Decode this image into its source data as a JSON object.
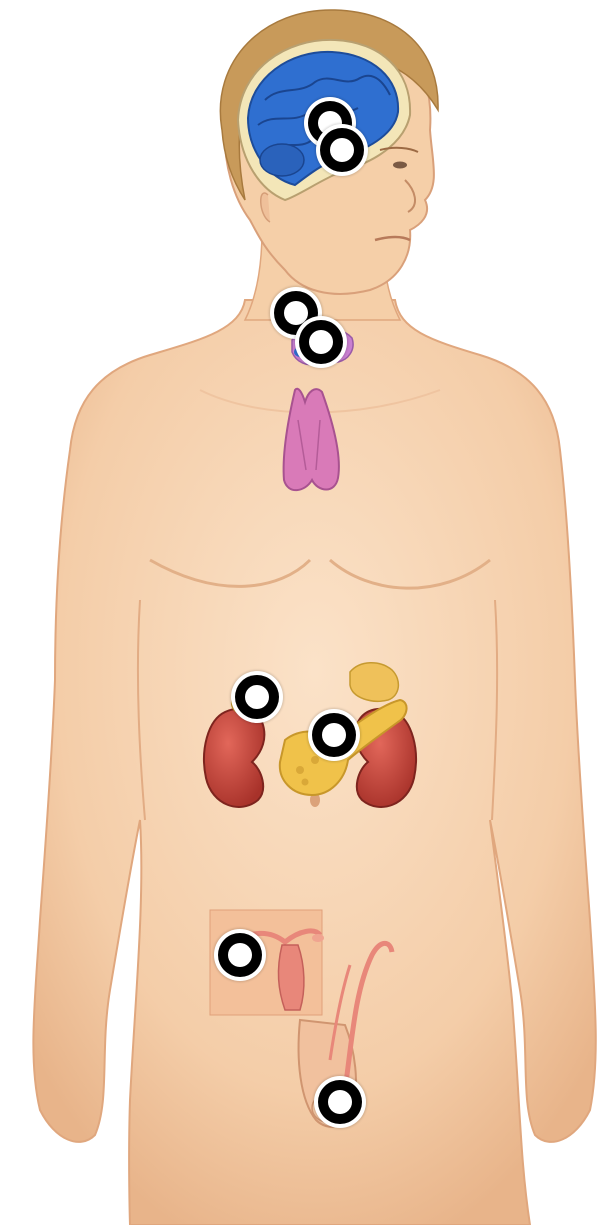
{
  "diagram": {
    "colors": {
      "skin": "#f7d3b0",
      "skin_shadow": "#e6b58c",
      "hair": "#c89a5a",
      "brain": "#2f6fd0",
      "thymus": "#d97ab8",
      "kidney": "#c9463a",
      "pancreas": "#f0c24a",
      "adrenal": "#efc15a",
      "reproductive": "#e8877a",
      "inset_bg": "#f3c09a",
      "hotspot_ring": "#000000"
    },
    "hotspots": [
      {
        "name": "hotspot-hypothalamus"
      },
      {
        "name": "hotspot-pituitary"
      },
      {
        "name": "hotspot-thyroid"
      },
      {
        "name": "hotspot-parathyroid"
      },
      {
        "name": "hotspot-adrenal"
      },
      {
        "name": "hotspot-pancreas"
      },
      {
        "name": "hotspot-ovary"
      },
      {
        "name": "hotspot-testis"
      }
    ]
  }
}
